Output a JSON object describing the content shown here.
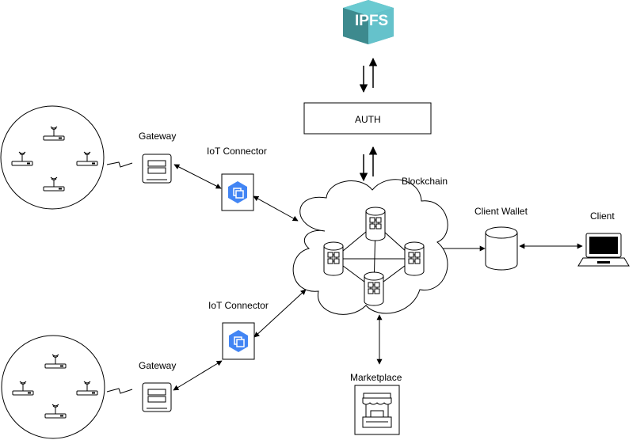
{
  "nodes": {
    "ipfs": {
      "label": "IPFS",
      "color": "#2aa198"
    },
    "auth": {
      "label": "AUTH"
    },
    "gateway_top": {
      "label": "Gateway"
    },
    "gateway_bottom": {
      "label": "Gateway"
    },
    "iot_connector_top": {
      "label": "IoT Connector"
    },
    "iot_connector_bottom": {
      "label": "IoT Connector"
    },
    "blockchain": {
      "label": "Blockchain"
    },
    "client_wallet": {
      "label": "Client Wallet"
    },
    "client": {
      "label": "Client"
    },
    "marketplace": {
      "label": "Marketplace"
    }
  },
  "icons": [
    "ipfs-logo-icon",
    "sensor-icon",
    "gateway-device-icon",
    "iot-core-icon",
    "ledger-node-icon",
    "database-icon",
    "laptop-icon",
    "storefront-icon"
  ],
  "colors": {
    "iot_core_blue": "#4285f4",
    "ipfs_teal": "#65c2cb"
  }
}
